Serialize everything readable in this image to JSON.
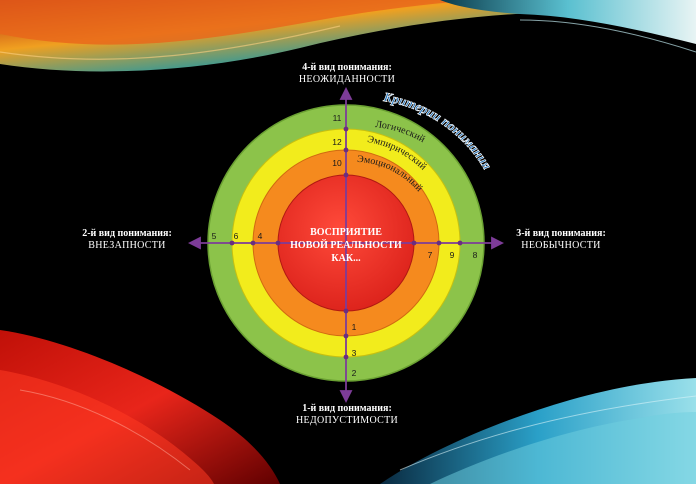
{
  "center_text": [
    "ВОСПРИЯТИЕ",
    "НОВОЙ РЕАЛЬНОСТИ",
    "КАК..."
  ],
  "criteria_label": "Критерии понимания",
  "ring_labels": {
    "logical": "Логический",
    "empirical": "Эмпирический",
    "emotional": "Эмоциональный"
  },
  "axes": {
    "top": {
      "title": "4-й вид понимания:",
      "subtitle": "НЕОЖИДАННОСТИ"
    },
    "bottom": {
      "title": "1-й вид понимания:",
      "subtitle": "НЕДОПУСТИМОСТИ"
    },
    "left": {
      "title": "2-й вид понимания:",
      "subtitle": "ВНЕЗАПНОСТИ"
    },
    "right": {
      "title": "3-й вид понимания:",
      "subtitle": "НЕОБЫЧНОСТИ"
    }
  },
  "numbers": {
    "n1": "1",
    "n2": "2",
    "n3": "3",
    "n4": "4",
    "n5": "5",
    "n6": "6",
    "n7": "7",
    "n8": "8",
    "n9": "9",
    "n10": "10",
    "n11": "11",
    "n12": "12"
  },
  "colors": {
    "background": "#000000",
    "outer_ring": "#8cc34a",
    "yellow_ring": "#f2ec1c",
    "orange_ring": "#f58a1e",
    "center": "#ee2a24",
    "axis": "#7d3c98",
    "criteria_text": "#1f6fb6"
  }
}
